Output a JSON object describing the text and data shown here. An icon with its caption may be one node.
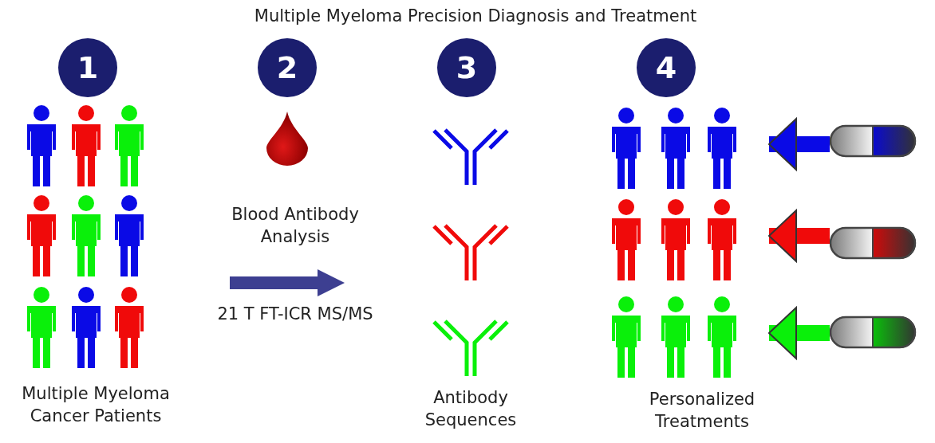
{
  "diagram": {
    "title": "Multiple Myeloma Precision Diagnosis and Treatment",
    "nodes": [
      {
        "text": [
          "Multiple Myeloma Cancer Patients"
        ]
      },
      {
        "text": [
          "Antibody Sequences"
        ]
      },
      {
        "text": [
          "1"
        ]
      },
      {
        "text": [
          "2"
        ]
      },
      {
        "text": [
          "3"
        ]
      },
      {
        "text": [
          "4"
        ]
      },
      {
        "text": [
          "Personalized Treatments"
        ]
      },
      {
        "text": [],
        "shape": "person",
        "in": 6
      },
      {
        "text": [],
        "shape": "person",
        "in": 6
      },
      {
        "text": [],
        "shape": "person",
        "in": 6
      },
      {
        "text": [],
        "shape": "capsule"
      },
      {
        "text": [],
        "shape": "capsule"
      },
      {
        "text": [],
        "shape": "capsule"
      }
    ],
    "edges": [
      {
        "from": 10,
        "to": 7,
        "arrow": "to",
        "color": "#0a0ae6"
      },
      {
        "from": 11,
        "to": 8,
        "arrow": "to",
        "color": "#f00a0a"
      },
      {
        "from": 12,
        "to": 9,
        "arrow": "to",
        "color": "#0af00a"
      }
    ],
    "labels": [
      "Blood Antibody Analysis",
      "21 T FT-ICR MS/MS"
    ]
  }
}
